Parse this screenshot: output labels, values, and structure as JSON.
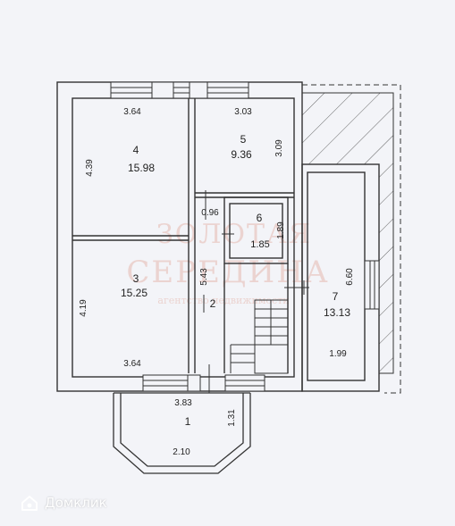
{
  "watermark": {
    "line1": "ЗОЛОТАЯ",
    "line2": "СЕРЕДИНА",
    "line3": "агентство недвижимости"
  },
  "brand": {
    "name": "Домклик"
  },
  "rooms": [
    {
      "number": "1",
      "area": ""
    },
    {
      "number": "2",
      "area": ""
    },
    {
      "number": "3",
      "area": "15.25"
    },
    {
      "number": "4",
      "area": "15.98"
    },
    {
      "number": "5",
      "area": "9.36"
    },
    {
      "number": "6",
      "area": "1.85"
    },
    {
      "number": "7",
      "area": "13.13"
    }
  ],
  "dimensions": {
    "room4_width": "3.64",
    "room4_height": "4.39",
    "room5_width": "3.03",
    "room5_height": "3.09",
    "corridor_width": "0.96",
    "room6_height": "1.89",
    "room2_length": "5.43",
    "room3_height": "4.19",
    "room3_width": "3.64",
    "room7_height": "6.60",
    "room7_width": "1.99",
    "porch_width_top": "3.83",
    "porch_depth": "1.31",
    "porch_width_bottom": "2.10"
  }
}
